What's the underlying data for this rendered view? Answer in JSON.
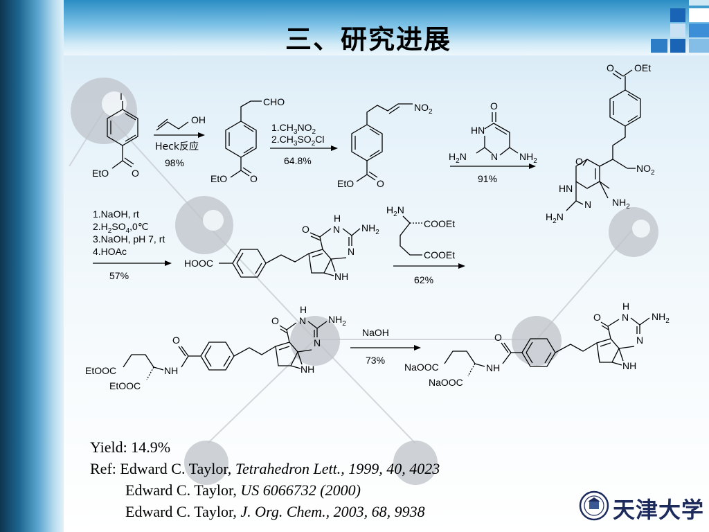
{
  "slide": {
    "title": "三、研究进展",
    "colors": {
      "accent": "#2b8dc4",
      "dark": "#0d3550",
      "logo": "#1c2a5c"
    }
  },
  "scheme": {
    "reagents": {
      "allyl_alcohol": "OH",
      "heck": "Heck反应",
      "step1_yield": "98%",
      "cho": "CHO",
      "step2_a": "1.CH",
      "step2_a_sub": "3",
      "step2_a_rest": "NO",
      "step2_a_sub2": "2",
      "step2_b": "2.CH",
      "step2_b_sub": "3",
      "step2_b_rest": "SO",
      "step2_b_sub2": "2",
      "step2_b_end": "Cl",
      "step2_yield": "64.8%",
      "no2": "NO",
      "no2_sub": "2",
      "step3_yield": "91%",
      "step4_1": "1.NaOH, rt",
      "step4_2": "2.H",
      "step4_2_sub": "2",
      "step4_2_mid": "SO",
      "step4_2_sub2": "4",
      "step4_2_end": ",0℃",
      "step4_3": "3.NaOH, pH 7, rt",
      "step4_4": "4.HOAc",
      "step4_yield": "57%",
      "step5_yield": "62%",
      "naoh": "NaOH",
      "step6_yield": "73%"
    },
    "labels": {
      "iodo": "I",
      "eto": "EtO",
      "o": "O",
      "oet": "OEt",
      "h": "H",
      "hn": "HN",
      "n": "N",
      "nh": "NH",
      "h2n": "H",
      "h2n_sub": "2",
      "h2n_n": "N",
      "nh2": "NH",
      "nh2_sub": "2",
      "hooc": "HOOC",
      "cooet": "COOEt",
      "etooc": "EtOOC",
      "naooc": "NaOOC"
    }
  },
  "footer": {
    "yield": "Yield: 14.9%",
    "ref_label": "Ref: ",
    "refs": [
      {
        "author": "Edward C. Taylor, ",
        "source": "Tetrahedron Lett., 1999, 40, 4023"
      },
      {
        "author": "Edward C. Taylor, ",
        "source": "US 6066732 (2000)"
      },
      {
        "author": "Edward C. Taylor, ",
        "source": "J. Org. Chem., 2003, 68, 9938"
      }
    ],
    "university": "天津大学"
  }
}
